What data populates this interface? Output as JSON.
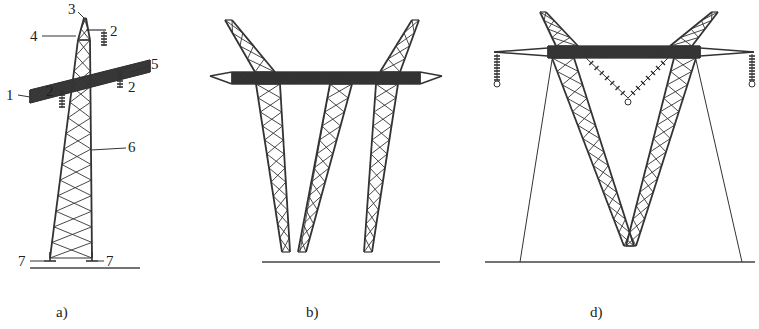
{
  "diagram": {
    "labels": [
      "4",
      "3",
      "2",
      "1",
      "2",
      "5",
      "2",
      "6",
      "7",
      "7",
      "a)",
      "b)",
      "d)"
    ]
  }
}
